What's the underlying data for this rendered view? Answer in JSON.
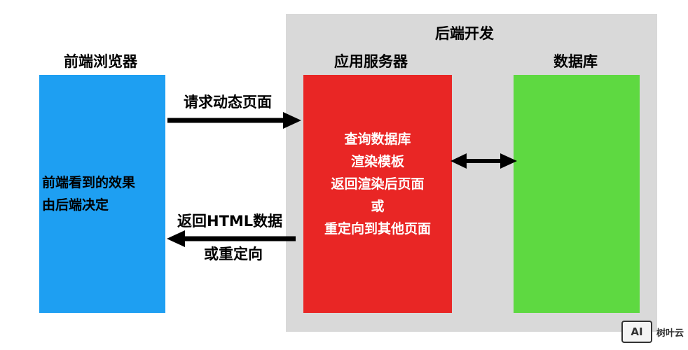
{
  "backend": {
    "title": "后端开发"
  },
  "browser": {
    "title": "前端浏览器",
    "lines": [
      "前端看到的效果",
      "由后端决定"
    ]
  },
  "app_server": {
    "title": "应用服务器",
    "lines": [
      "查询数据库",
      "渲染模板",
      "返回渲染后页面",
      "或",
      "重定向到其他页面"
    ]
  },
  "database": {
    "title": "数据库"
  },
  "arrows": {
    "request_label": "请求动态页面",
    "response_label_1": "返回HTML数据",
    "response_label_2": "或重定向"
  },
  "watermark": {
    "logo": "AI",
    "text": "树叶云"
  },
  "colors": {
    "backend_panel": "#d9d9d9",
    "browser": "#1e9ff2",
    "app_server": "#e92625",
    "database": "#5ed941"
  }
}
